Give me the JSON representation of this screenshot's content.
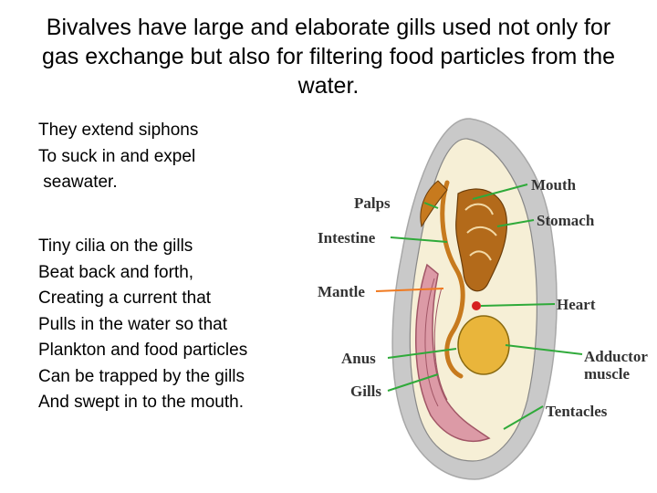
{
  "title": "Bivalves have  large and elaborate gills used not only for gas exchange but also for filtering food particles from the water.",
  "paragraph1": [
    "They extend siphons",
    "To suck in and expel",
    " seawater."
  ],
  "paragraph2": [
    "Tiny cilia on the gills",
    "Beat back and forth,",
    "Creating a current that",
    "Pulls in the water so that",
    "Plankton and food particles",
    "Can be trapped by the gills",
    "And swept in to the mouth."
  ],
  "diagram": {
    "labels": {
      "palps": "Palps",
      "intestine": "Intestine",
      "mantle": "Mantle",
      "anus": "Anus",
      "gills": "Gills",
      "mouth": "Mouth",
      "stomach": "Stomach",
      "heart": "Heart",
      "adductor_line1": "Adductor",
      "adductor_line2": "muscle",
      "tentacles": "Tentacles"
    },
    "colors": {
      "shell": "#c9c9c9",
      "mantle_fill": "#f6efd6",
      "gill": "#dc9aa6",
      "digestive": "#c77a1e",
      "adductor": "#e9b53b",
      "heart": "#d62020",
      "leader_green": "#2faa3a",
      "leader_orange": "#f07a20"
    }
  }
}
